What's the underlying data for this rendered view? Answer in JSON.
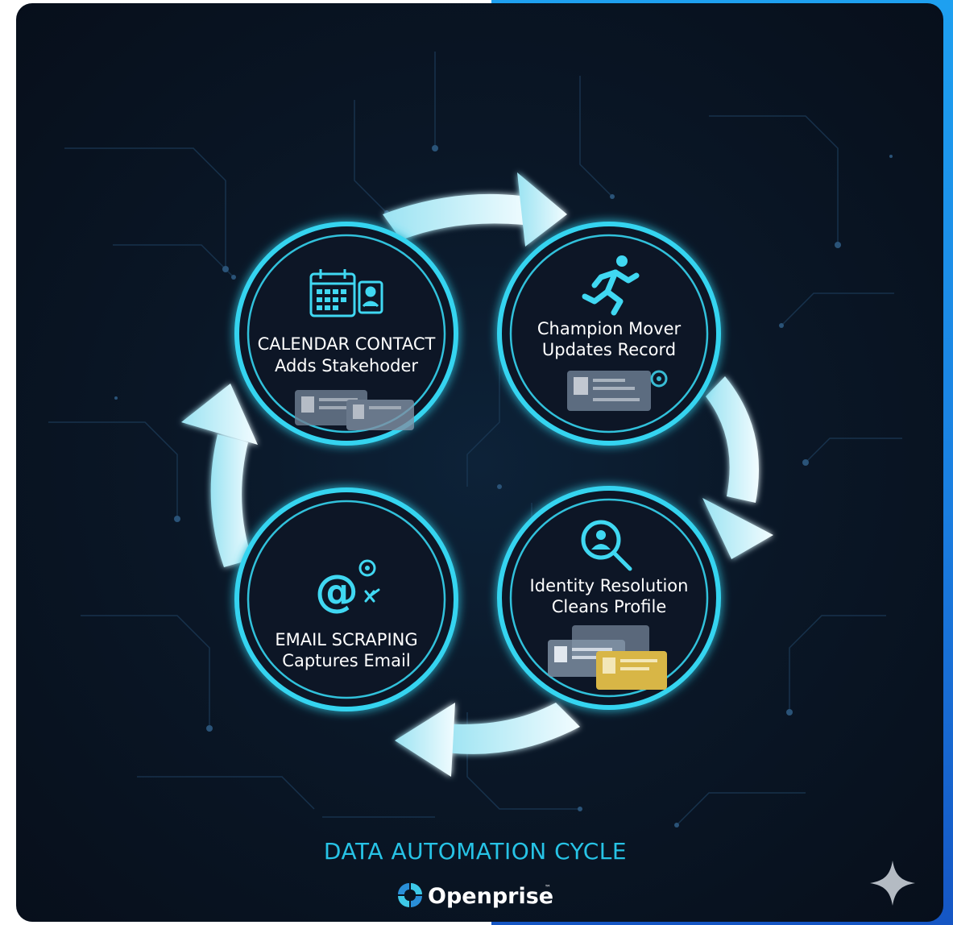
{
  "nodes": [
    {
      "icon": "calendar-contact-icon",
      "line1": "CALENDAR CONTACT",
      "line2": "Adds Stakehoder"
    },
    {
      "icon": "running-person-icon",
      "line1": "Champion Mover",
      "line2": "Updates Record"
    },
    {
      "icon": "magnifier-person-icon",
      "line1": "Identity Resolution",
      "line2": "Cleans Profile"
    },
    {
      "icon": "at-sign-icon",
      "line1": "EMAIL SCRAPING",
      "line2": "Captures Email"
    }
  ],
  "title": "DATA AUTOMATION CYCLE",
  "brand": {
    "name": "Openprise",
    "mark": "™",
    "logo_icon": "openprise-logo-icon"
  },
  "colors": {
    "ring": "#35d4f0",
    "arrow": "#dff6fb",
    "title": "#27c3e6",
    "background": "#0a1727",
    "outer": "#1a7ee0"
  },
  "corner_icon": "sparkle-icon"
}
